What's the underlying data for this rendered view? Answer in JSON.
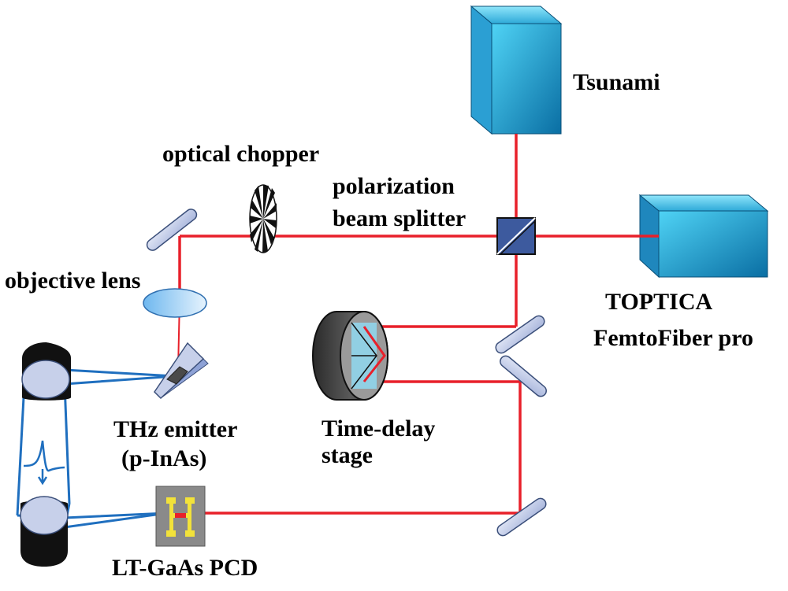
{
  "labels": {
    "tsunami": "Tsunami",
    "optical_chopper": "optical chopper",
    "polarization_line1": "polarization",
    "polarization_line2": "beam splitter",
    "objective_lens": "objective lens",
    "toptica_line1": "TOPTICA",
    "toptica_line2": "FemtoFiber pro",
    "thz_emitter_line1": "THz emitter",
    "thz_emitter_line2": "(p-InAs)",
    "time_delay_line1": "Time-delay",
    "time_delay_line2": "stage",
    "pcd": "LT-GaAs PCD"
  },
  "colors": {
    "laser_beam": "#e8202a",
    "thz_beam": "#1f6fbf",
    "laser_box_light": "#4fd3f5",
    "laser_box_dark": "#0a5f8f",
    "mirror_fill": "#c7d0ea",
    "mirror_stroke": "#3b4f7a",
    "splitter_fill": "#3d5a9e",
    "pcd_gold": "#f2e23a",
    "pcd_body": "#8a8a8a"
  }
}
